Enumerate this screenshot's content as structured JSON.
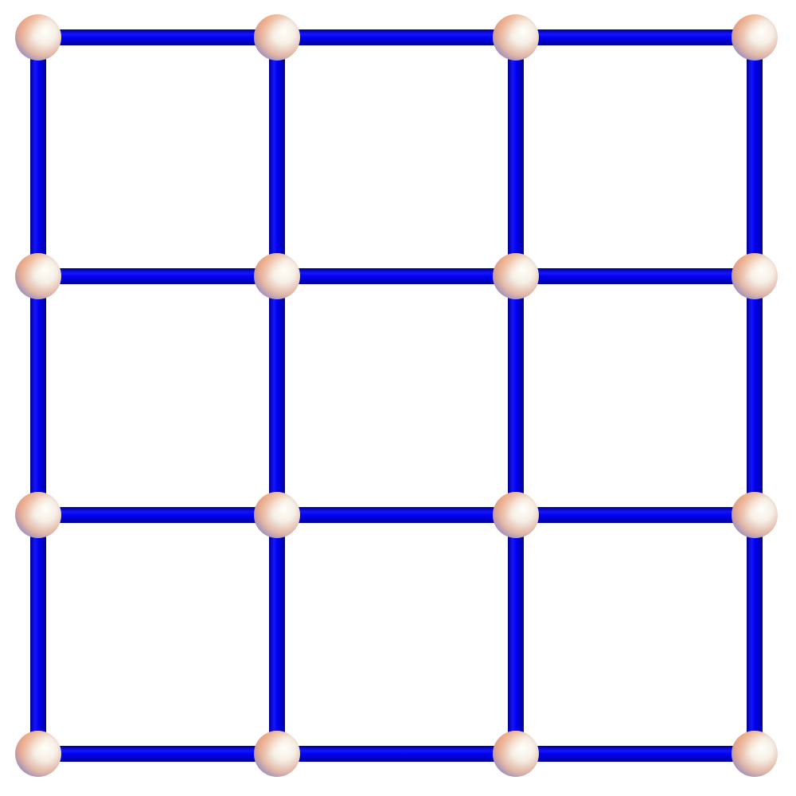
{
  "diagram": {
    "type": "grid-graph",
    "rows": 4,
    "columns": 4,
    "node_count": 16,
    "edge_count": 24,
    "colors": {
      "background": "#ffffff",
      "edge": "#0000e6",
      "edge_dark": "#00009a",
      "edge_highlight": "#3b3bff",
      "node_light": "#fffdf5",
      "node_warm": "#f4b48e",
      "node_cool": "#7a7ac8"
    }
  }
}
